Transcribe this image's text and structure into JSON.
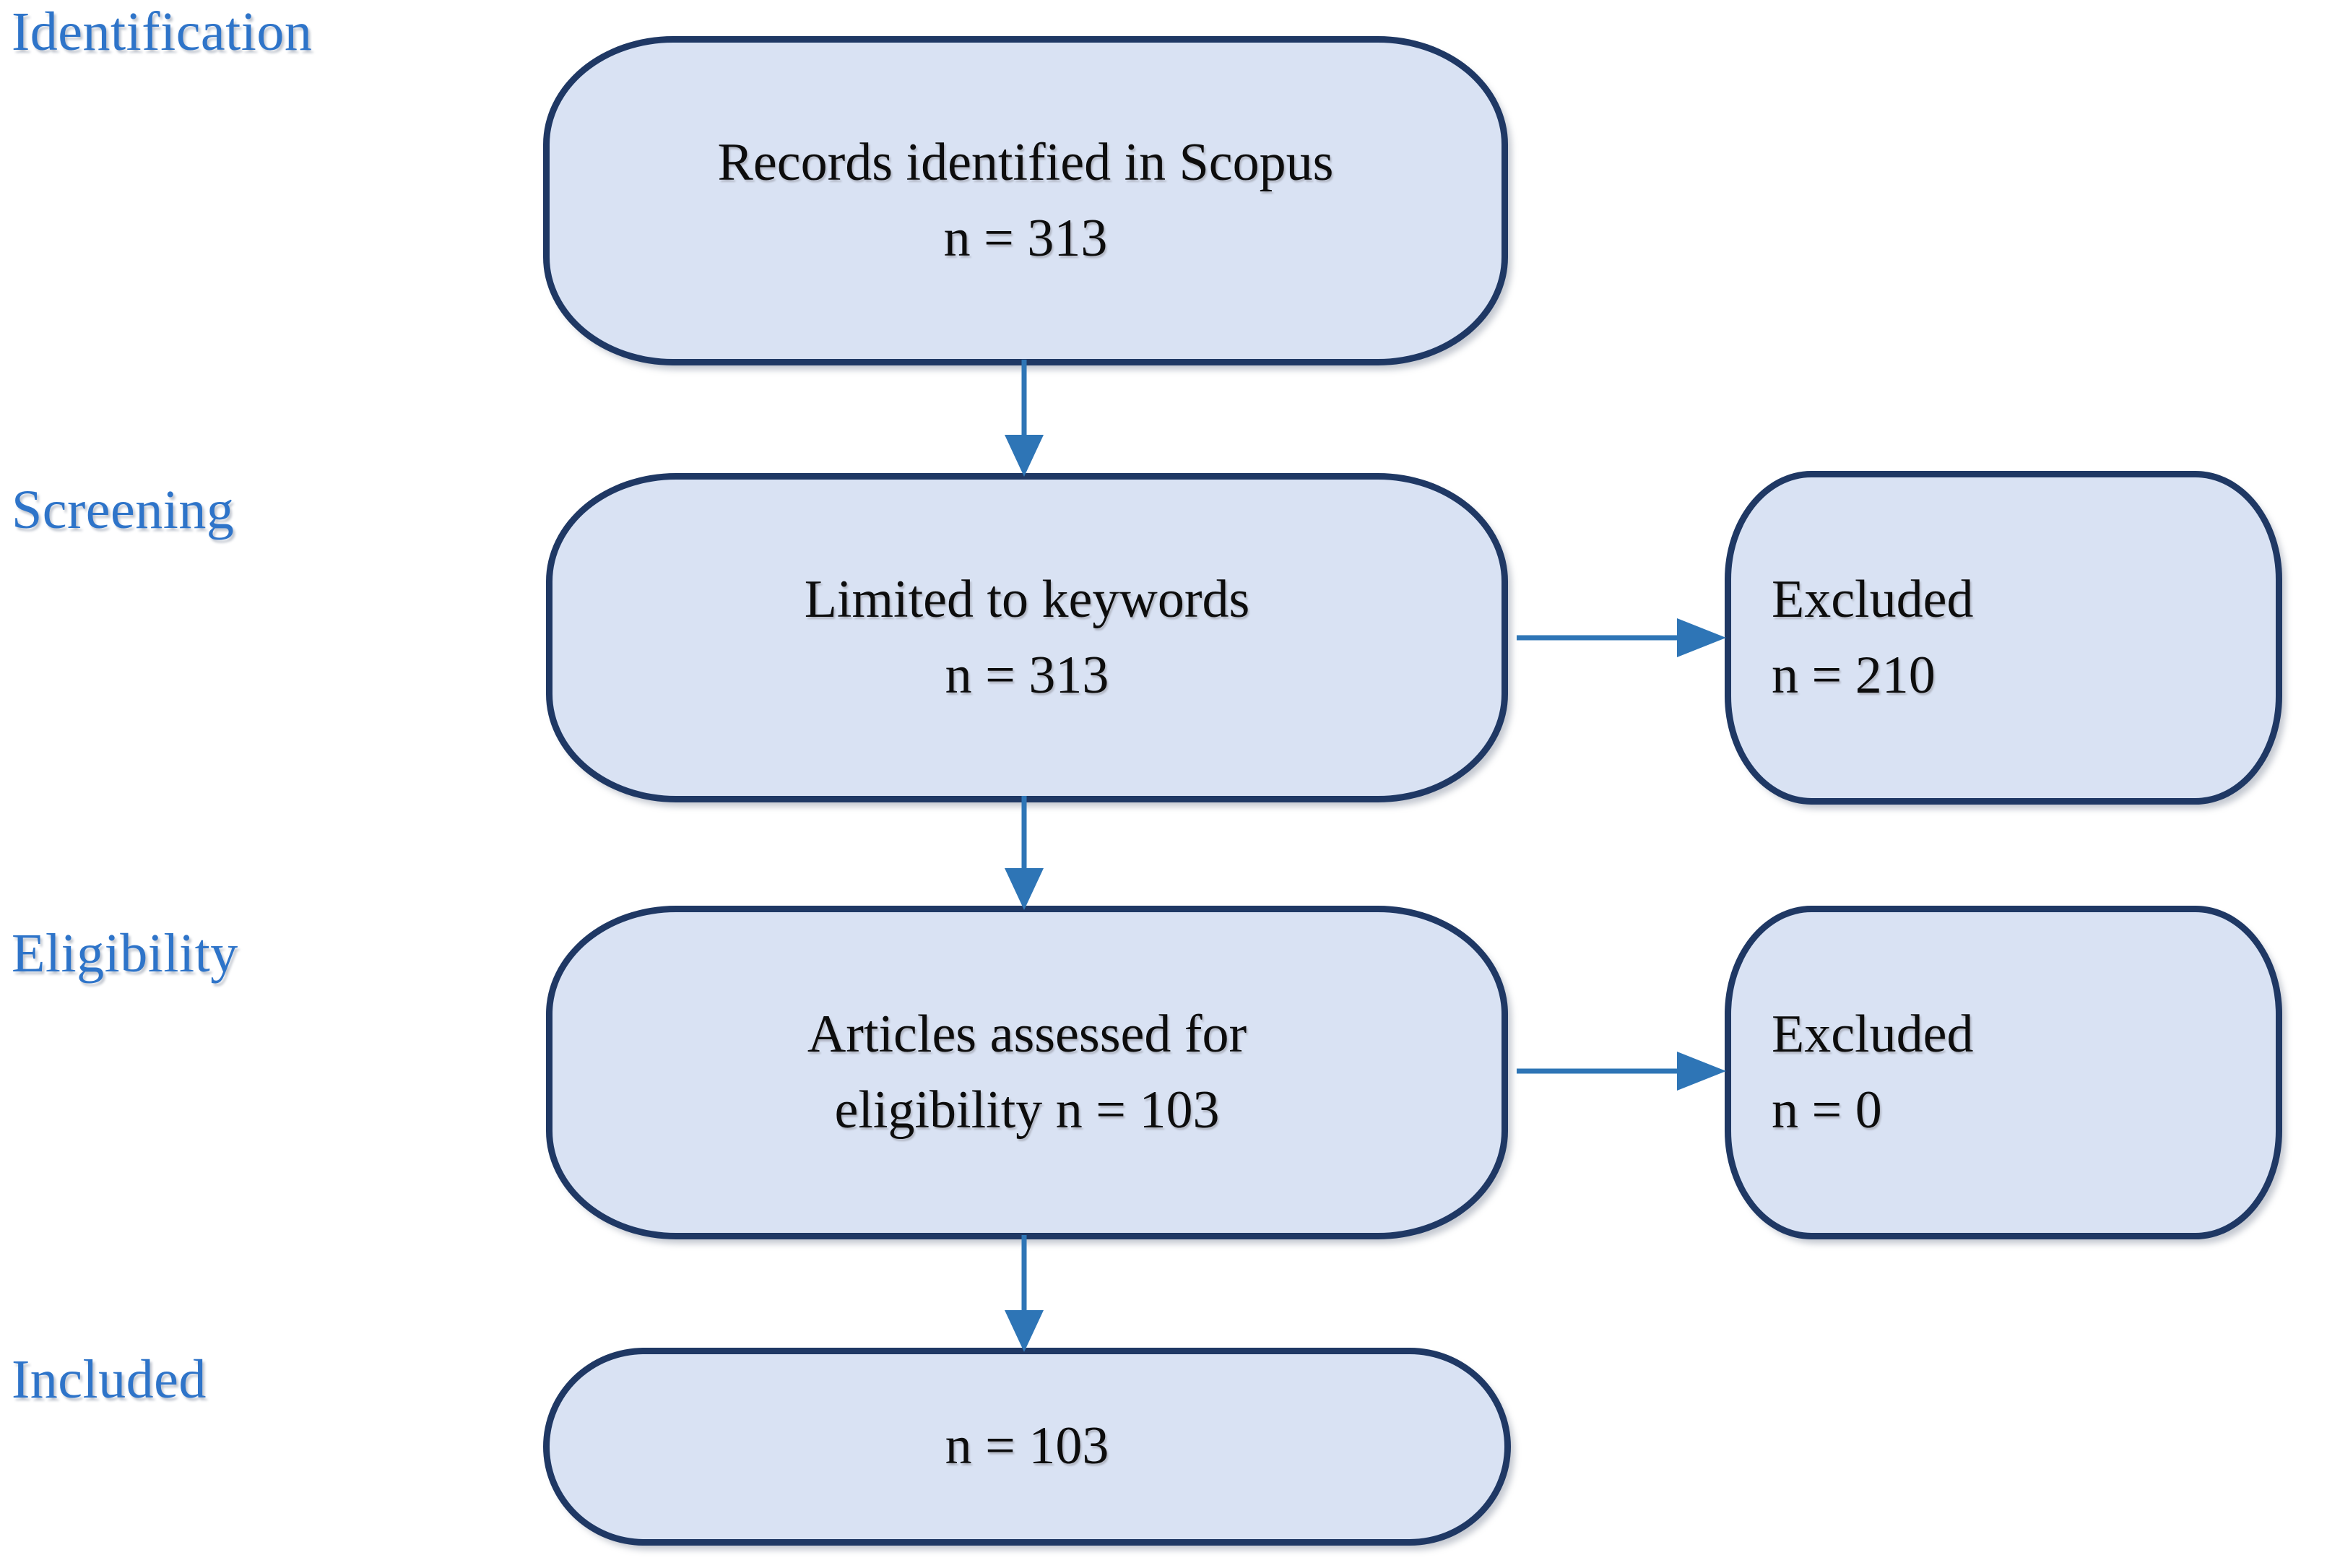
{
  "diagram": {
    "type": "prisma-flow-diagram",
    "colors": {
      "stage_label": "#2E74C9",
      "box_fill": "#D9E2F3",
      "box_border": "#1F3864",
      "arrow": "#2E75B6",
      "box_text": "#0D0D0D",
      "background": "#FFFFFF"
    },
    "stages": [
      {
        "id": "identification",
        "label": "Identification"
      },
      {
        "id": "screening",
        "label": "Screening"
      },
      {
        "id": "eligibility",
        "label": "Eligibility"
      },
      {
        "id": "included",
        "label": "Included"
      }
    ],
    "boxes": [
      {
        "id": "records-identified",
        "stage": "identification",
        "align": "center",
        "line1": "Records identified in Scopus",
        "line2": "n = 313"
      },
      {
        "id": "limited-to-keywords",
        "stage": "screening",
        "align": "center",
        "line1": "Limited to keywords",
        "line2": "n = 313"
      },
      {
        "id": "excluded-screening",
        "stage": "screening",
        "align": "left",
        "line1": "Excluded",
        "line2": "n = 210"
      },
      {
        "id": "articles-assessed",
        "stage": "eligibility",
        "align": "center",
        "line1": "Articles assessed for",
        "line2": "eligibility n = 103"
      },
      {
        "id": "excluded-eligibility",
        "stage": "eligibility",
        "align": "left",
        "line1": "Excluded",
        "line2": "n = 0"
      },
      {
        "id": "included-total",
        "stage": "included",
        "align": "center",
        "line1": "n = 103",
        "line2": ""
      }
    ],
    "arrows": [
      {
        "id": "identified-to-keywords",
        "from": "records-identified",
        "to": "limited-to-keywords",
        "direction": "down"
      },
      {
        "id": "keywords-to-eligibility",
        "from": "limited-to-keywords",
        "to": "articles-assessed",
        "direction": "down"
      },
      {
        "id": "eligibility-to-included",
        "from": "articles-assessed",
        "to": "included-total",
        "direction": "down"
      },
      {
        "id": "keywords-to-excluded",
        "from": "limited-to-keywords",
        "to": "excluded-screening",
        "direction": "right"
      },
      {
        "id": "eligibility-to-excluded",
        "from": "articles-assessed",
        "to": "excluded-eligibility",
        "direction": "right"
      }
    ]
  }
}
